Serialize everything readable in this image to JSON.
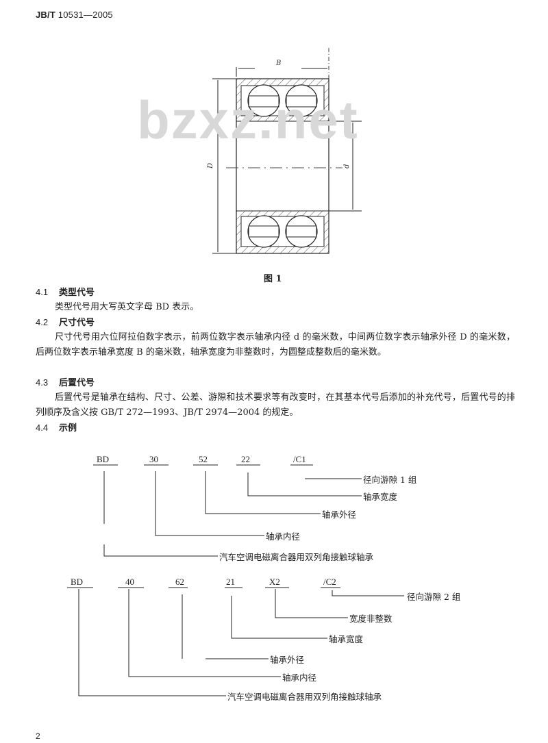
{
  "header": {
    "prefix": "JB/T",
    "number": "10531—2005"
  },
  "watermark": "bzxz.net",
  "figure": {
    "caption": "图  1",
    "dim_labels": {
      "width": "B",
      "outer_diameter": "D",
      "inner_diameter": "d"
    }
  },
  "sections": [
    {
      "num": "4.1",
      "title": "类型代号",
      "paras": [
        "类型代号用大写英文字母 BD 表示。"
      ]
    },
    {
      "num": "4.2",
      "title": "尺寸代号",
      "paras": [
        "尺寸代号用六位阿拉伯数字表示，前两位数字表示轴承内径 d 的毫米数，中间两位数字表示轴承外径 D 的毫米数，后两位数字表示轴承宽度 B 的毫米数，轴承宽度为非整数时，为圆整成整数后的毫米数。"
      ]
    },
    {
      "num": "4.3",
      "title": "后置代号",
      "paras": [
        "后置代号是轴承在结构、尺寸、公差、游隙和技术要求等有改变时，在其基本代号后添加的补充代号，后置代号的排列顺序及含义按 GB/T 272—1993、JB/T 2974—2004 的规定。"
      ]
    },
    {
      "num": "4.4",
      "title": "示例",
      "paras": []
    }
  ],
  "examples": [
    {
      "codes": [
        "BD",
        "30",
        "52",
        "22",
        "/C1"
      ],
      "labels": [
        "径向游隙 1 组",
        "轴承宽度",
        "轴承外径",
        "轴承内径",
        "汽车空调电磁离合器用双列角接触球轴承"
      ]
    },
    {
      "codes": [
        "BD",
        "40",
        "62",
        "21",
        "X2",
        "/C2"
      ],
      "labels": [
        "径向游隙 2 组",
        "宽度非整数",
        "轴承宽度",
        "轴承外径",
        "轴承内径",
        "汽车空调电磁离合器用双列角接触球轴承"
      ]
    }
  ],
  "page_number": "2"
}
